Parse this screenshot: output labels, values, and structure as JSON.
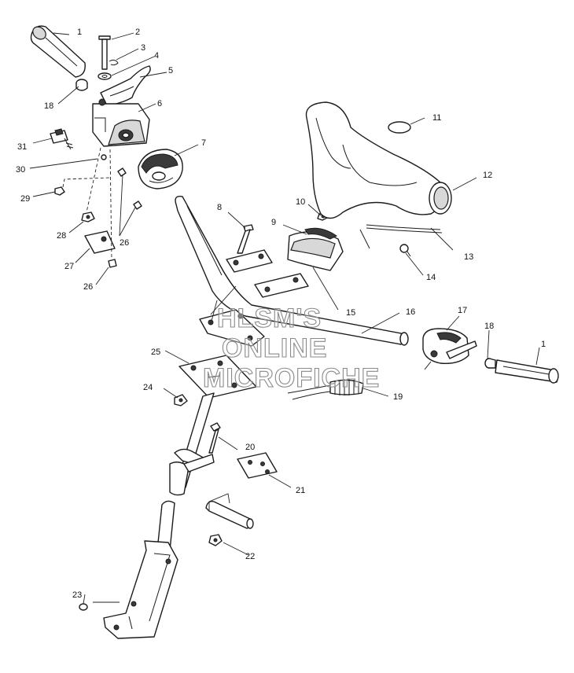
{
  "labels": {
    "l1a": "1",
    "l2": "2",
    "l3": "3",
    "l4": "4",
    "l5": "5",
    "l6": "6",
    "l7": "7",
    "l8": "8",
    "l9": "9",
    "l10": "10",
    "l11": "11",
    "l12": "12",
    "l13": "13",
    "l14": "14",
    "l15": "15",
    "l16": "16",
    "l17": "17",
    "l18a": "18",
    "l18b": "18",
    "l1b": "1",
    "l19": "19",
    "l20": "20",
    "l21": "21",
    "l22": "22",
    "l23": "23",
    "l24": "24",
    "l25": "25",
    "l26a": "26",
    "l26b": "26",
    "l27": "27",
    "l28": "28",
    "l29": "29",
    "l30": "30",
    "l31": "31"
  },
  "watermark": {
    "line1": "HLSM'S",
    "line2": "ONLINE",
    "line3": "MICROFICHE"
  },
  "colors": {
    "line": "#1c1c1c",
    "watermark_outline": "#8a8a8a",
    "background": "#ffffff"
  }
}
